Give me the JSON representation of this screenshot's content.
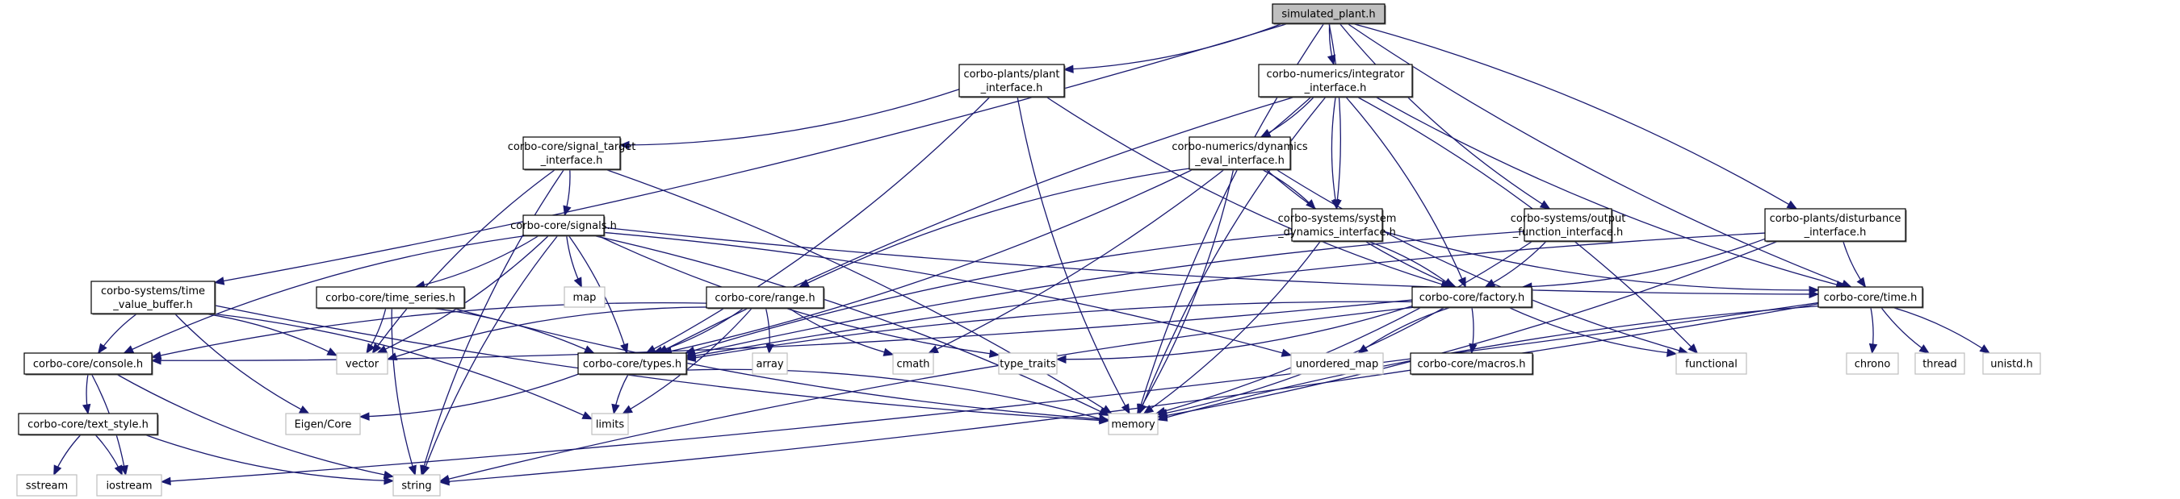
{
  "title": "simulated_plant.h include dependency graph",
  "colors": {
    "edge": "#191970",
    "root_fill": "#bfbfbf",
    "project_border": "#000000",
    "system_border": "#bfbfbf"
  },
  "nodes": [
    {
      "id": "root",
      "label": [
        "simulated_plant.h"
      ],
      "kind": "root"
    },
    {
      "id": "plant_interface",
      "label": [
        "corbo-plants/plant",
        "_interface.h"
      ],
      "kind": "project"
    },
    {
      "id": "integrator_interface",
      "label": [
        "corbo-numerics/integrator",
        "_interface.h"
      ],
      "kind": "project"
    },
    {
      "id": "signal_target_interface",
      "label": [
        "corbo-core/signal_target",
        "_interface.h"
      ],
      "kind": "project"
    },
    {
      "id": "dynamics_eval_interface",
      "label": [
        "corbo-numerics/dynamics",
        "_eval_interface.h"
      ],
      "kind": "project"
    },
    {
      "id": "signals",
      "label": [
        "corbo-core/signals.h"
      ],
      "kind": "project"
    },
    {
      "id": "system_dynamics_interface",
      "label": [
        "corbo-systems/system",
        "_dynamics_interface.h"
      ],
      "kind": "project"
    },
    {
      "id": "output_function_interface",
      "label": [
        "corbo-systems/output",
        "_function_interface.h"
      ],
      "kind": "project"
    },
    {
      "id": "disturbance_interface",
      "label": [
        "corbo-plants/disturbance",
        "_interface.h"
      ],
      "kind": "project"
    },
    {
      "id": "time_value_buffer",
      "label": [
        "corbo-systems/time",
        "_value_buffer.h"
      ],
      "kind": "project"
    },
    {
      "id": "time_series",
      "label": [
        "corbo-core/time_series.h"
      ],
      "kind": "project"
    },
    {
      "id": "map",
      "label": [
        "map"
      ],
      "kind": "system"
    },
    {
      "id": "range",
      "label": [
        "corbo-core/range.h"
      ],
      "kind": "project"
    },
    {
      "id": "factory",
      "label": [
        "corbo-core/factory.h"
      ],
      "kind": "project"
    },
    {
      "id": "time",
      "label": [
        "corbo-core/time.h"
      ],
      "kind": "project"
    },
    {
      "id": "console",
      "label": [
        "corbo-core/console.h"
      ],
      "kind": "project"
    },
    {
      "id": "vector",
      "label": [
        "vector"
      ],
      "kind": "system"
    },
    {
      "id": "types",
      "label": [
        "corbo-core/types.h"
      ],
      "kind": "project"
    },
    {
      "id": "array",
      "label": [
        "array"
      ],
      "kind": "system"
    },
    {
      "id": "cmath",
      "label": [
        "cmath"
      ],
      "kind": "system"
    },
    {
      "id": "type_traits",
      "label": [
        "type_traits"
      ],
      "kind": "system"
    },
    {
      "id": "unordered_map",
      "label": [
        "unordered_map"
      ],
      "kind": "system"
    },
    {
      "id": "macros",
      "label": [
        "corbo-core/macros.h"
      ],
      "kind": "project"
    },
    {
      "id": "functional",
      "label": [
        "functional"
      ],
      "kind": "system"
    },
    {
      "id": "chrono",
      "label": [
        "chrono"
      ],
      "kind": "system"
    },
    {
      "id": "thread",
      "label": [
        "thread"
      ],
      "kind": "system"
    },
    {
      "id": "unistd",
      "label": [
        "unistd.h"
      ],
      "kind": "system"
    },
    {
      "id": "text_style",
      "label": [
        "corbo-core/text_style.h"
      ],
      "kind": "project"
    },
    {
      "id": "eigen_core",
      "label": [
        "Eigen/Core"
      ],
      "kind": "system"
    },
    {
      "id": "limits",
      "label": [
        "limits"
      ],
      "kind": "system"
    },
    {
      "id": "memory",
      "label": [
        "memory"
      ],
      "kind": "system"
    },
    {
      "id": "sstream",
      "label": [
        "sstream"
      ],
      "kind": "system"
    },
    {
      "id": "iostream",
      "label": [
        "iostream"
      ],
      "kind": "system"
    },
    {
      "id": "string",
      "label": [
        "string"
      ],
      "kind": "system"
    }
  ],
  "edges": [
    [
      "root",
      "plant_interface"
    ],
    [
      "root",
      "integrator_interface"
    ],
    [
      "root",
      "time_value_buffer"
    ],
    [
      "root",
      "memory"
    ],
    [
      "root",
      "system_dynamics_interface"
    ],
    [
      "root",
      "output_function_interface"
    ],
    [
      "root",
      "disturbance_interface"
    ],
    [
      "root",
      "time"
    ],
    [
      "plant_interface",
      "signal_target_interface"
    ],
    [
      "plant_interface",
      "factory"
    ],
    [
      "plant_interface",
      "types"
    ],
    [
      "plant_interface",
      "memory"
    ],
    [
      "integrator_interface",
      "dynamics_eval_interface"
    ],
    [
      "integrator_interface",
      "system_dynamics_interface"
    ],
    [
      "integrator_interface",
      "factory"
    ],
    [
      "integrator_interface",
      "types"
    ],
    [
      "integrator_interface",
      "cmath"
    ],
    [
      "integrator_interface",
      "memory"
    ],
    [
      "integrator_interface",
      "functional"
    ],
    [
      "integrator_interface",
      "time"
    ],
    [
      "signal_target_interface",
      "signals"
    ],
    [
      "signal_target_interface",
      "vector"
    ],
    [
      "signal_target_interface",
      "memory"
    ],
    [
      "signal_target_interface",
      "string"
    ],
    [
      "dynamics_eval_interface",
      "system_dynamics_interface"
    ],
    [
      "dynamics_eval_interface",
      "range"
    ],
    [
      "dynamics_eval_interface",
      "types"
    ],
    [
      "dynamics_eval_interface",
      "factory"
    ],
    [
      "dynamics_eval_interface",
      "memory"
    ],
    [
      "dynamics_eval_interface",
      "functional"
    ],
    [
      "signals",
      "time_series"
    ],
    [
      "signals",
      "map"
    ],
    [
      "signals",
      "types"
    ],
    [
      "signals",
      "console"
    ],
    [
      "signals",
      "vector"
    ],
    [
      "signals",
      "string"
    ],
    [
      "signals",
      "memory"
    ],
    [
      "signals",
      "type_traits"
    ],
    [
      "signals",
      "unordered_map"
    ],
    [
      "signals",
      "time"
    ],
    [
      "system_dynamics_interface",
      "factory"
    ],
    [
      "system_dynamics_interface",
      "types"
    ],
    [
      "system_dynamics_interface",
      "memory"
    ],
    [
      "system_dynamics_interface",
      "time"
    ],
    [
      "output_function_interface",
      "factory"
    ],
    [
      "output_function_interface",
      "types"
    ],
    [
      "output_function_interface",
      "memory"
    ],
    [
      "disturbance_interface",
      "time"
    ],
    [
      "disturbance_interface",
      "factory"
    ],
    [
      "disturbance_interface",
      "types"
    ],
    [
      "disturbance_interface",
      "memory"
    ],
    [
      "time_value_buffer",
      "console"
    ],
    [
      "time_value_buffer",
      "vector"
    ],
    [
      "time_value_buffer",
      "eigen_core"
    ],
    [
      "time_value_buffer",
      "limits"
    ],
    [
      "time_value_buffer",
      "memory"
    ],
    [
      "time_series",
      "vector"
    ],
    [
      "time_series",
      "string"
    ],
    [
      "time_series",
      "types"
    ],
    [
      "time_series",
      "memory"
    ],
    [
      "range",
      "types"
    ],
    [
      "range",
      "vector"
    ],
    [
      "range",
      "array"
    ],
    [
      "range",
      "cmath"
    ],
    [
      "range",
      "limits"
    ],
    [
      "range",
      "console"
    ],
    [
      "factory",
      "console"
    ],
    [
      "factory",
      "types"
    ],
    [
      "factory",
      "type_traits"
    ],
    [
      "factory",
      "unordered_map"
    ],
    [
      "factory",
      "macros"
    ],
    [
      "factory",
      "functional"
    ],
    [
      "factory",
      "memory"
    ],
    [
      "factory",
      "string"
    ],
    [
      "time",
      "chrono"
    ],
    [
      "time",
      "thread"
    ],
    [
      "time",
      "unistd"
    ],
    [
      "time",
      "memory"
    ],
    [
      "time",
      "string"
    ],
    [
      "console",
      "text_style"
    ],
    [
      "console",
      "iostream"
    ],
    [
      "console",
      "string"
    ],
    [
      "types",
      "eigen_core"
    ],
    [
      "types",
      "limits"
    ],
    [
      "types",
      "memory"
    ],
    [
      "text_style",
      "sstream"
    ],
    [
      "text_style",
      "iostream"
    ],
    [
      "text_style",
      "string"
    ],
    [
      "time",
      "iostream"
    ]
  ]
}
